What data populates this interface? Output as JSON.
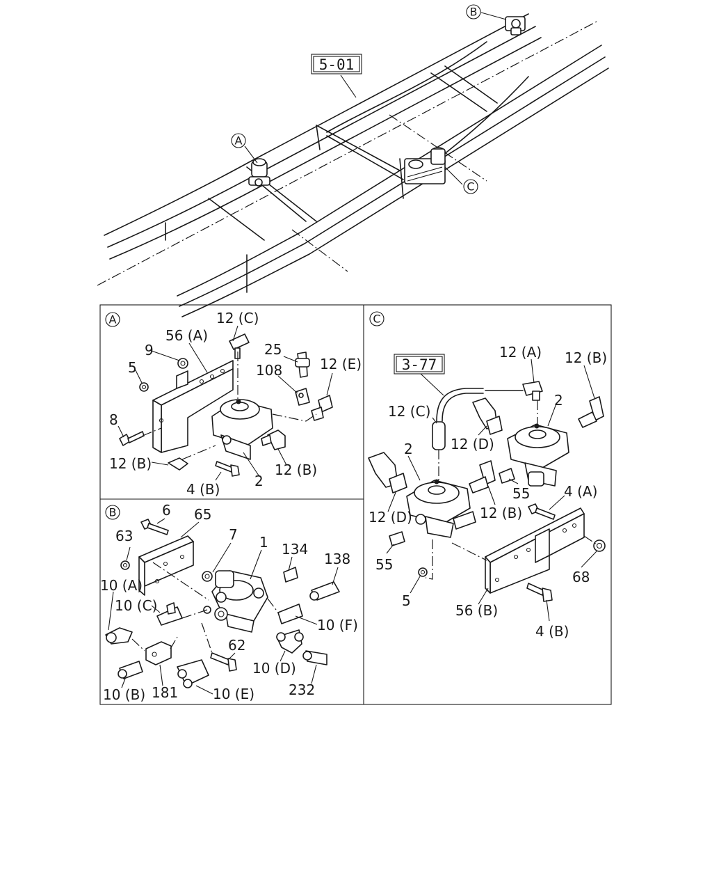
{
  "overview": {
    "ref_box": "5-01",
    "callouts": {
      "a": "A",
      "b": "B",
      "c": "C"
    }
  },
  "panel_a": {
    "marker": "A",
    "labels": {
      "p56a": "56 (A)",
      "p12c": "12 (C)",
      "p9": "9",
      "p5": "5",
      "p25": "25",
      "p108": "108",
      "p12e": "12 (E)",
      "p8": "8",
      "p12b_left": "12 (B)",
      "p12b_right": "12 (B)",
      "p4b": "4 (B)",
      "p2": "2"
    }
  },
  "panel_b": {
    "marker": "B",
    "labels": {
      "p6": "6",
      "p65": "65",
      "p63": "63",
      "p7": "7",
      "p1": "1",
      "p134": "134",
      "p138": "138",
      "p10a": "10 (A)",
      "p10c": "10 (C)",
      "p10f": "10 (F)",
      "p62": "62",
      "p10d": "10 (D)",
      "p10b": "10 (B)",
      "p181": "181",
      "p10e": "10 (E)",
      "p232": "232"
    }
  },
  "panel_c": {
    "marker": "C",
    "ref_box": "3-77",
    "labels": {
      "p12a": "12 (A)",
      "p12b_top": "12 (B)",
      "p2_right": "2",
      "p12c": "12 (C)",
      "p12d_upper": "12 (D)",
      "p2_left": "2",
      "p55_right": "55",
      "p4a": "4 (A)",
      "p12d_lower": "12 (D)",
      "p12b_mid": "12 (B)",
      "p55_left": "55",
      "p68": "68",
      "p5": "5",
      "p56b": "56 (B)",
      "p4b": "4 (B)"
    }
  }
}
